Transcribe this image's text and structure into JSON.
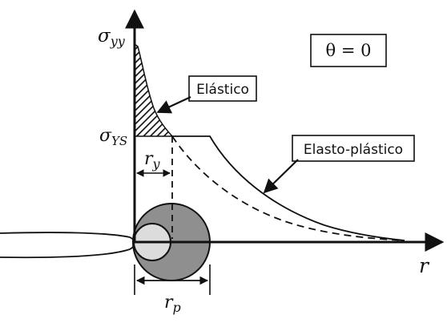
{
  "diagram": {
    "axis_y_label": "σ",
    "axis_y_sub": "yy",
    "axis_x_label": "r",
    "yield_label": "σ",
    "yield_sub": "YS",
    "theta_label": "θ = 0",
    "elastic_label": "Elástico",
    "elastoplastic_label": "Elasto-plástico",
    "ry_label": "r",
    "ry_sub": "y",
    "rp_label": "r",
    "rp_sub": "p"
  }
}
